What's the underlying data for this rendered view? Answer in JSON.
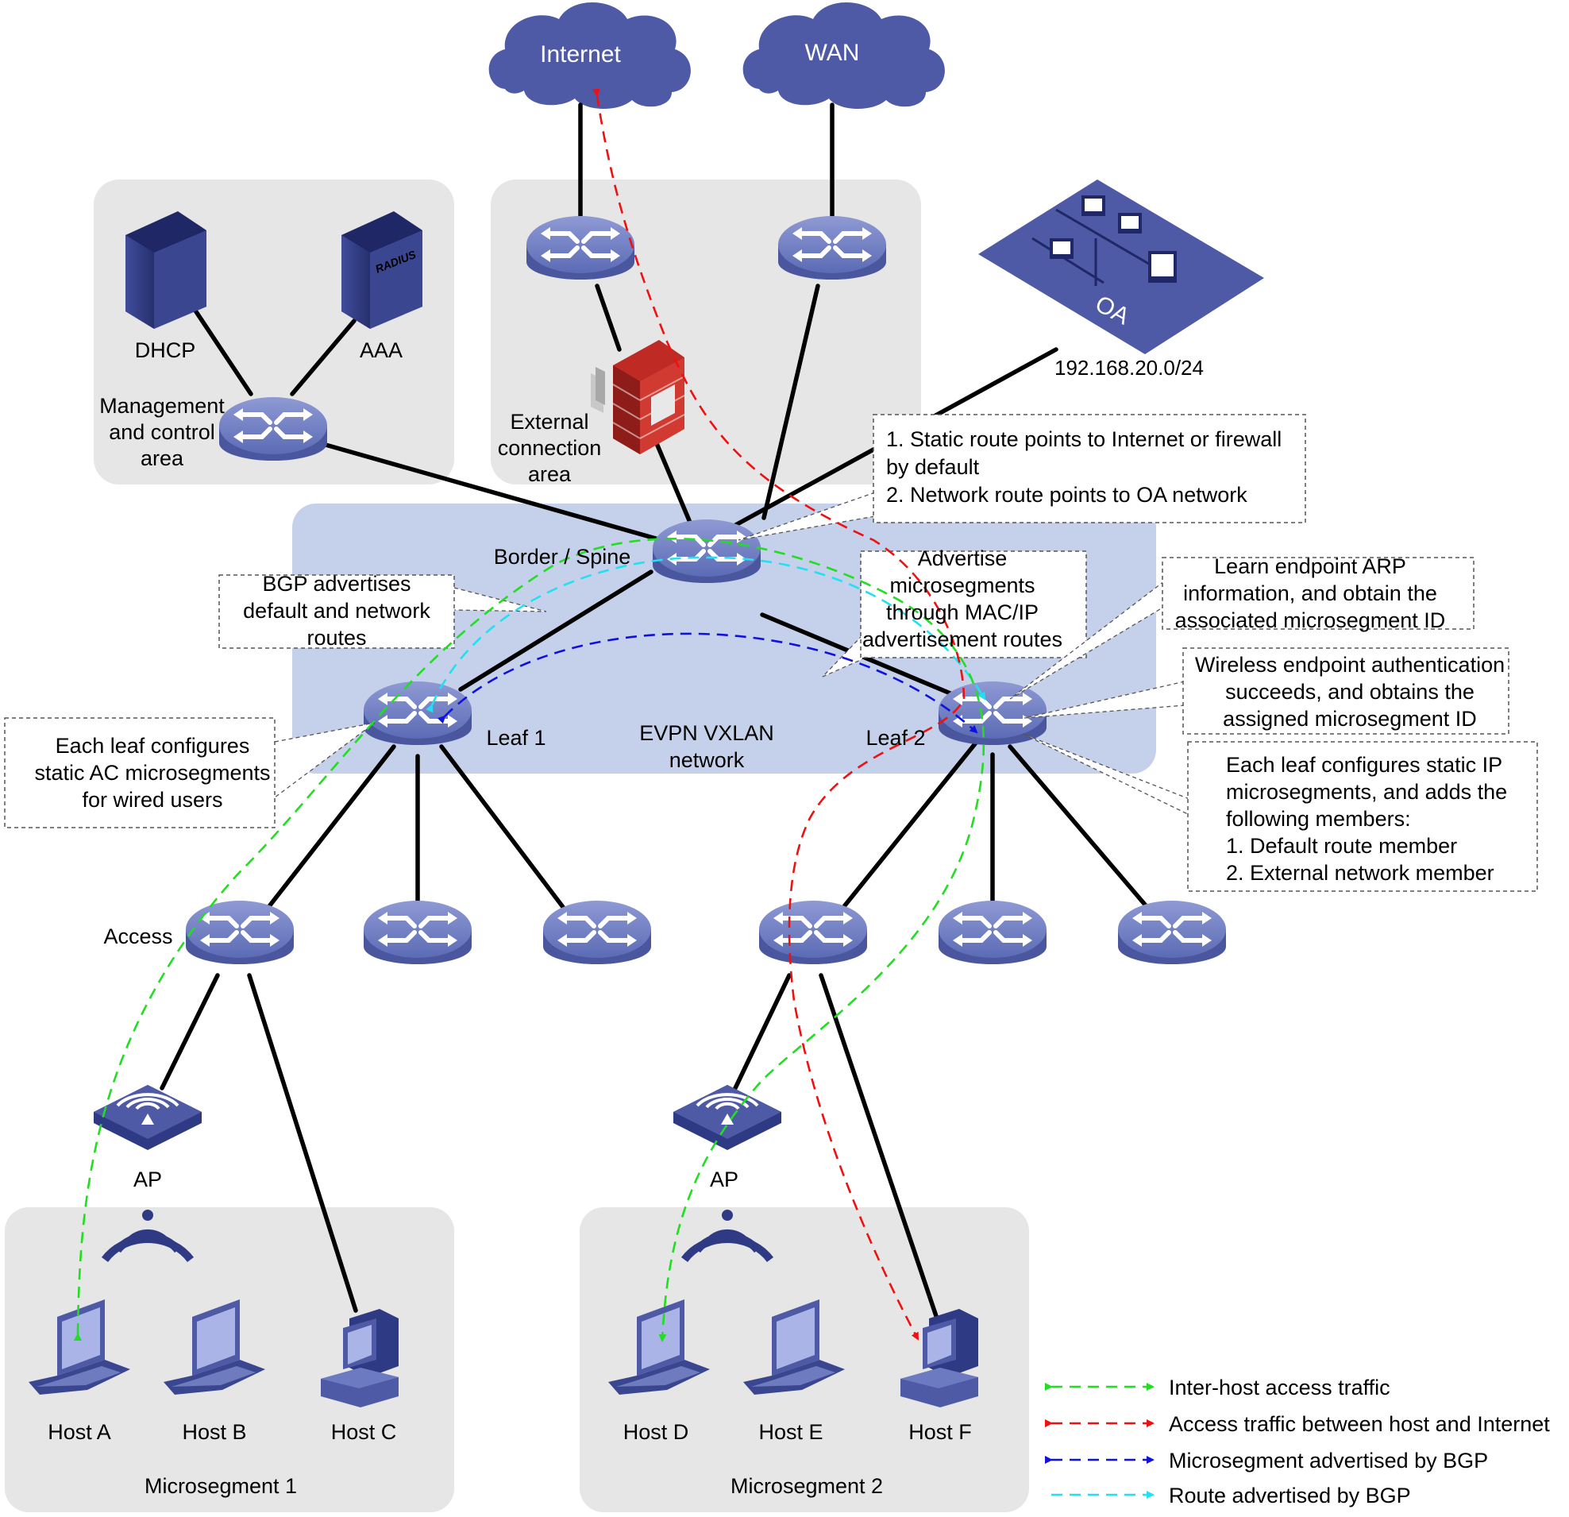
{
  "clouds": {
    "internet": "Internet",
    "wan": "WAN"
  },
  "areas": {
    "management": [
      "Management",
      "and control",
      "area"
    ],
    "external": [
      "External",
      "connection",
      "area"
    ],
    "evpn": [
      "EVPN VXLAN",
      "network"
    ]
  },
  "servers": {
    "dhcp": "DHCP",
    "aaa": "AAA",
    "radius_badge": "RADIUS"
  },
  "oa": {
    "label": "OA",
    "subnet": "192.168.20.0/24"
  },
  "nodes": {
    "spine": "Border / Spine",
    "leaf1": "Leaf 1",
    "leaf2": "Leaf 2",
    "access": "Access",
    "ap_left": "AP",
    "ap_right": "AP"
  },
  "hosts": [
    "Host A",
    "Host B",
    "Host C",
    "Host D",
    "Host E",
    "Host F"
  ],
  "segments": [
    "Microsegment 1",
    "Microsegment 2"
  ],
  "callouts": {
    "static_route": [
      "1. Static route points to Internet or firewall",
      "by default",
      "2. Network route points to OA network"
    ],
    "bgp_default": [
      "BGP advertises",
      "default and network",
      "routes"
    ],
    "advertise_ms": [
      "Advertise",
      "microsegments",
      "through MAC/IP",
      "advertisement routes"
    ],
    "learn_arp": [
      "Learn endpoint ARP",
      "information, and obtain the",
      "associated microsegment ID"
    ],
    "wireless_auth": [
      "Wireless endpoint authentication",
      "succeeds, and obtains the",
      "assigned microsegment ID"
    ],
    "static_ac": [
      "Each leaf configures",
      "static AC microsegments",
      "for wired users"
    ],
    "static_ip": [
      "Each leaf configures static IP",
      "microsegments, and adds the",
      "following members:",
      "1. Default route member",
      "2. External network member"
    ]
  },
  "legend": [
    {
      "label": "Inter-host access traffic",
      "color": "#22dd22"
    },
    {
      "label": "Access traffic between host and Internet",
      "color": "#ee1111"
    },
    {
      "label": "Microsegment advertised by BGP",
      "color": "#1111dd"
    },
    {
      "label": "Route advertised by BGP",
      "color": "#22e0f0"
    }
  ],
  "colors": {
    "device_blue": "#5b6bb5",
    "area_gray": "#e6e6e6",
    "evpn_fill": "#c5d1ea",
    "cloud_blue": "#4e5aa6"
  }
}
